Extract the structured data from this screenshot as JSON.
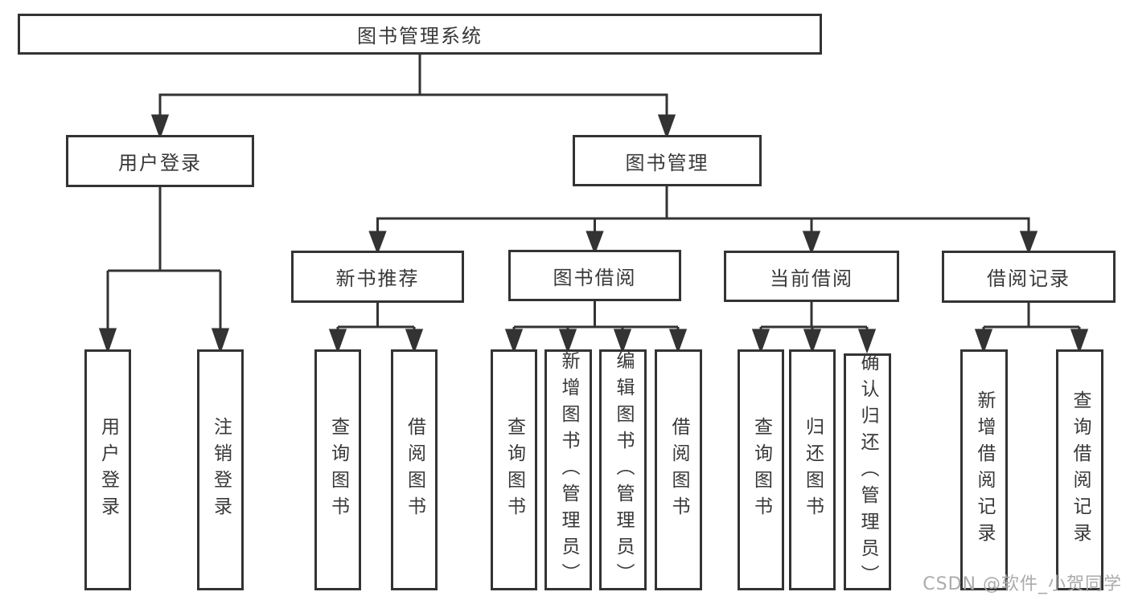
{
  "diagram": {
    "title": "图书管理系统",
    "type": "tree-diagram"
  },
  "nodes": {
    "root": "图书管理系统",
    "user_login": "用户登录",
    "book_mgmt": "图书管理",
    "new_books": "新书推荐",
    "book_borrow": "图书借阅",
    "current_borrow": "当前借阅",
    "borrow_records": "借阅记录",
    "leaf_user_login": "用户登录",
    "leaf_logout": "注销登录",
    "nb_query": "查询图书",
    "nb_borrow": "借阅图书",
    "bb_query": "查询图书",
    "bb_add": "新增图书（管理员）",
    "bb_edit": "编辑图书（管理员）",
    "bb_borrow": "借阅图书",
    "cb_query": "查询图书",
    "cb_return": "归还图书",
    "cb_confirm": "确认归还（管理员）",
    "br_add": "新增借阅记录",
    "br_query": "查询借阅记录"
  },
  "hierarchy": {
    "图书管理系统": [
      "用户登录",
      "图书管理"
    ],
    "用户登录": [
      "用户登录",
      "注销登录"
    ],
    "图书管理": [
      "新书推荐",
      "图书借阅",
      "当前借阅",
      "借阅记录"
    ],
    "新书推荐": [
      "查询图书",
      "借阅图书"
    ],
    "图书借阅": [
      "查询图书",
      "新增图书（管理员）",
      "编辑图书（管理员）",
      "借阅图书"
    ],
    "当前借阅": [
      "查询图书",
      "归还图书",
      "确认归还（管理员）"
    ],
    "借阅记录": [
      "新增借阅记录",
      "查询借阅记录"
    ]
  },
  "watermark": {
    "text": "CSDN @软件_小贺同学",
    "color": "#ababab"
  },
  "colors": {
    "line": "#333333",
    "text": "#383838",
    "background": "#ffffff"
  }
}
